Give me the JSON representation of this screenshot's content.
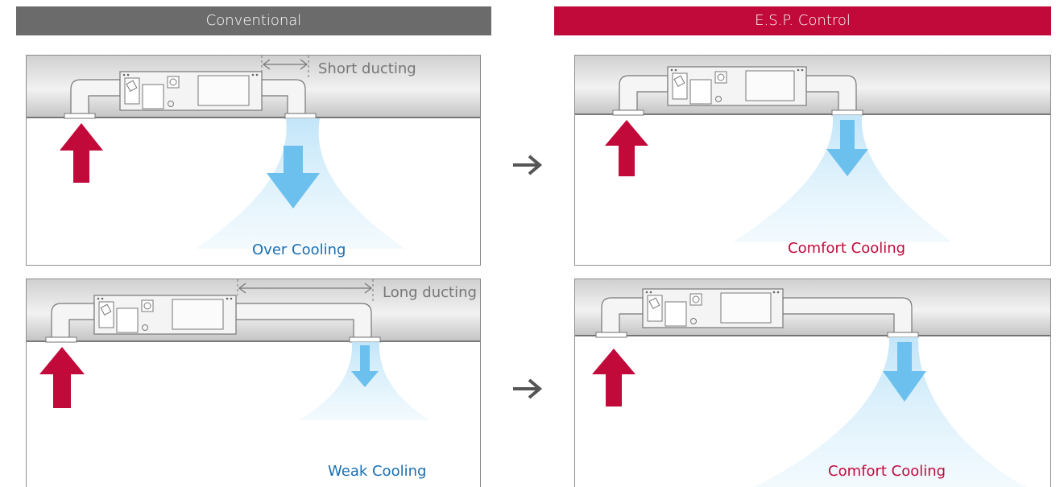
{
  "headers": {
    "conventional": "Conventional",
    "esp_control": "E.S.P. Control"
  },
  "panels": {
    "conv_short": {
      "duct_label": "Short ducting",
      "result_label": "Over Cooling"
    },
    "conv_long": {
      "duct_label": "Long ducting",
      "result_label": "Weak Cooling"
    },
    "esp_short": {
      "result_label": "Comfort Cooling"
    },
    "esp_long": {
      "result_label": "Comfort Cooling"
    }
  },
  "colors": {
    "conventional_header": "#6b6b6b",
    "esp_header": "#c1093a",
    "warm_arrow": "#c1093a",
    "cool_arrow": "#6cc0ee",
    "over_cooling_text": "#1a6fb3",
    "comfort_cooling_text": "#c1093a"
  },
  "icons": {
    "transition_arrow": "right-arrow-icon",
    "return_air": "up-arrow-icon",
    "supply_air": "down-arrow-icon"
  }
}
